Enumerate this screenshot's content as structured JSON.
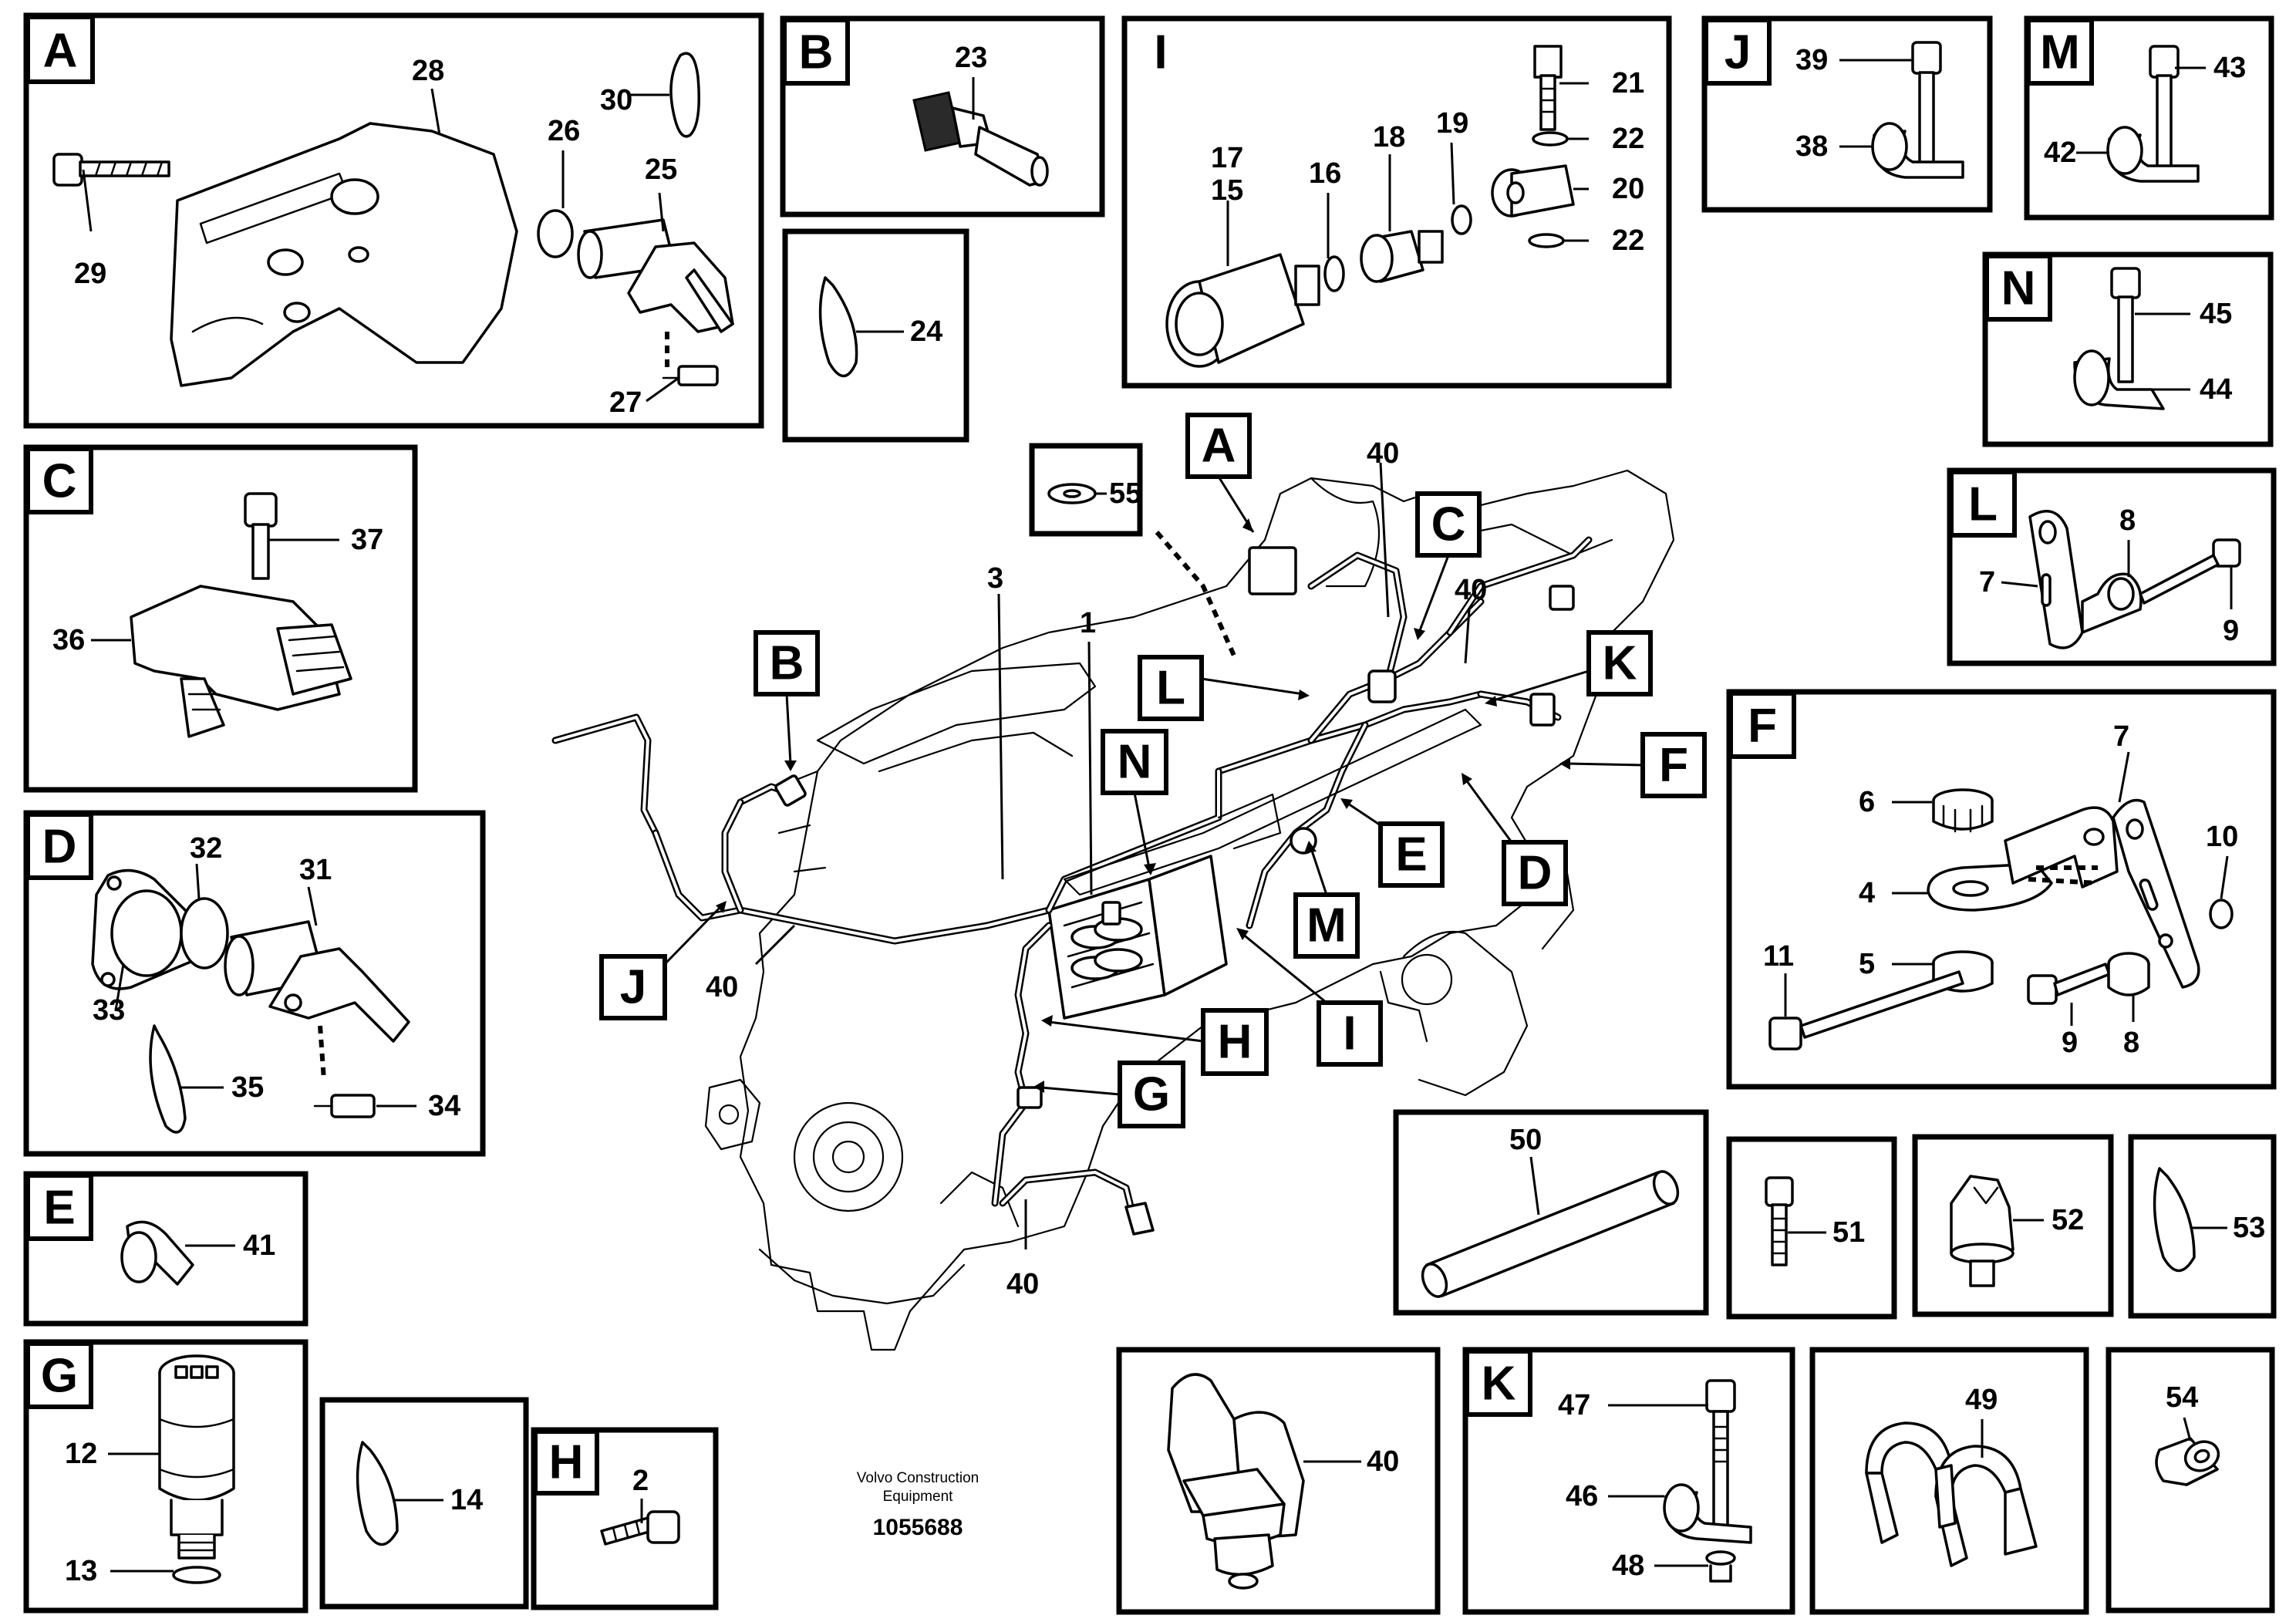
{
  "panels": {
    "A": {
      "tag": "A",
      "parts": [
        "28",
        "30",
        "26",
        "25",
        "29",
        "27"
      ]
    },
    "B": {
      "tag": "B",
      "parts": [
        "23"
      ]
    },
    "tie24": {
      "parts": [
        "24"
      ]
    },
    "I": {
      "tag": "I",
      "parts": [
        "21",
        "17",
        "15",
        "18",
        "19",
        "22",
        "16",
        "20",
        "22"
      ]
    },
    "J": {
      "tag": "J",
      "parts": [
        "39",
        "38"
      ]
    },
    "M": {
      "tag": "M",
      "parts": [
        "43",
        "42"
      ]
    },
    "N": {
      "tag": "N",
      "parts": [
        "45",
        "44"
      ]
    },
    "C": {
      "tag": "C",
      "parts": [
        "37",
        "36"
      ]
    },
    "L": {
      "tag": "L",
      "parts": [
        "8",
        "7",
        "9"
      ]
    },
    "D": {
      "tag": "D",
      "parts": [
        "32",
        "31",
        "33",
        "35",
        "34"
      ]
    },
    "F": {
      "tag": "F",
      "parts": [
        "7",
        "6",
        "10",
        "4",
        "11",
        "5",
        "9",
        "8"
      ]
    },
    "E": {
      "tag": "E",
      "parts": [
        "41"
      ]
    },
    "p50": {
      "parts": [
        "50"
      ]
    },
    "p51": {
      "parts": [
        "51"
      ]
    },
    "p52": {
      "parts": [
        "52"
      ]
    },
    "p53": {
      "parts": [
        "53"
      ]
    },
    "G": {
      "tag": "G",
      "parts": [
        "12",
        "13"
      ]
    },
    "tie14": {
      "parts": [
        "14"
      ]
    },
    "H": {
      "tag": "H",
      "parts": [
        "2"
      ]
    },
    "p40": {
      "parts": [
        "40"
      ]
    },
    "K": {
      "tag": "K",
      "parts": [
        "47",
        "46",
        "48"
      ]
    },
    "p49": {
      "parts": [
        "49"
      ]
    },
    "p54": {
      "parts": [
        "54"
      ]
    }
  },
  "main": {
    "callouts": [
      "A",
      "B",
      "C",
      "K",
      "L",
      "F",
      "N",
      "E",
      "D",
      "M",
      "I",
      "J",
      "H",
      "G"
    ],
    "parts": [
      "55",
      "40",
      "40",
      "3",
      "1",
      "40",
      "40"
    ]
  },
  "caption": {
    "line1": "Volvo Construction",
    "line2": "Equipment",
    "doc_number": "1055688"
  }
}
